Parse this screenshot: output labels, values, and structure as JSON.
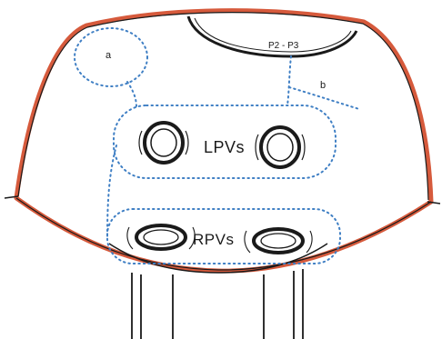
{
  "labels": {
    "a": "a",
    "b": "b",
    "p2_p3": "P2 - P3",
    "lpvs": "LPVs",
    "rpvs": "RPVs"
  },
  "colors": {
    "atrium_outline": "#d65a3c",
    "ink": "#1a1a1a",
    "dotted_regions": "#3f7fc4"
  }
}
